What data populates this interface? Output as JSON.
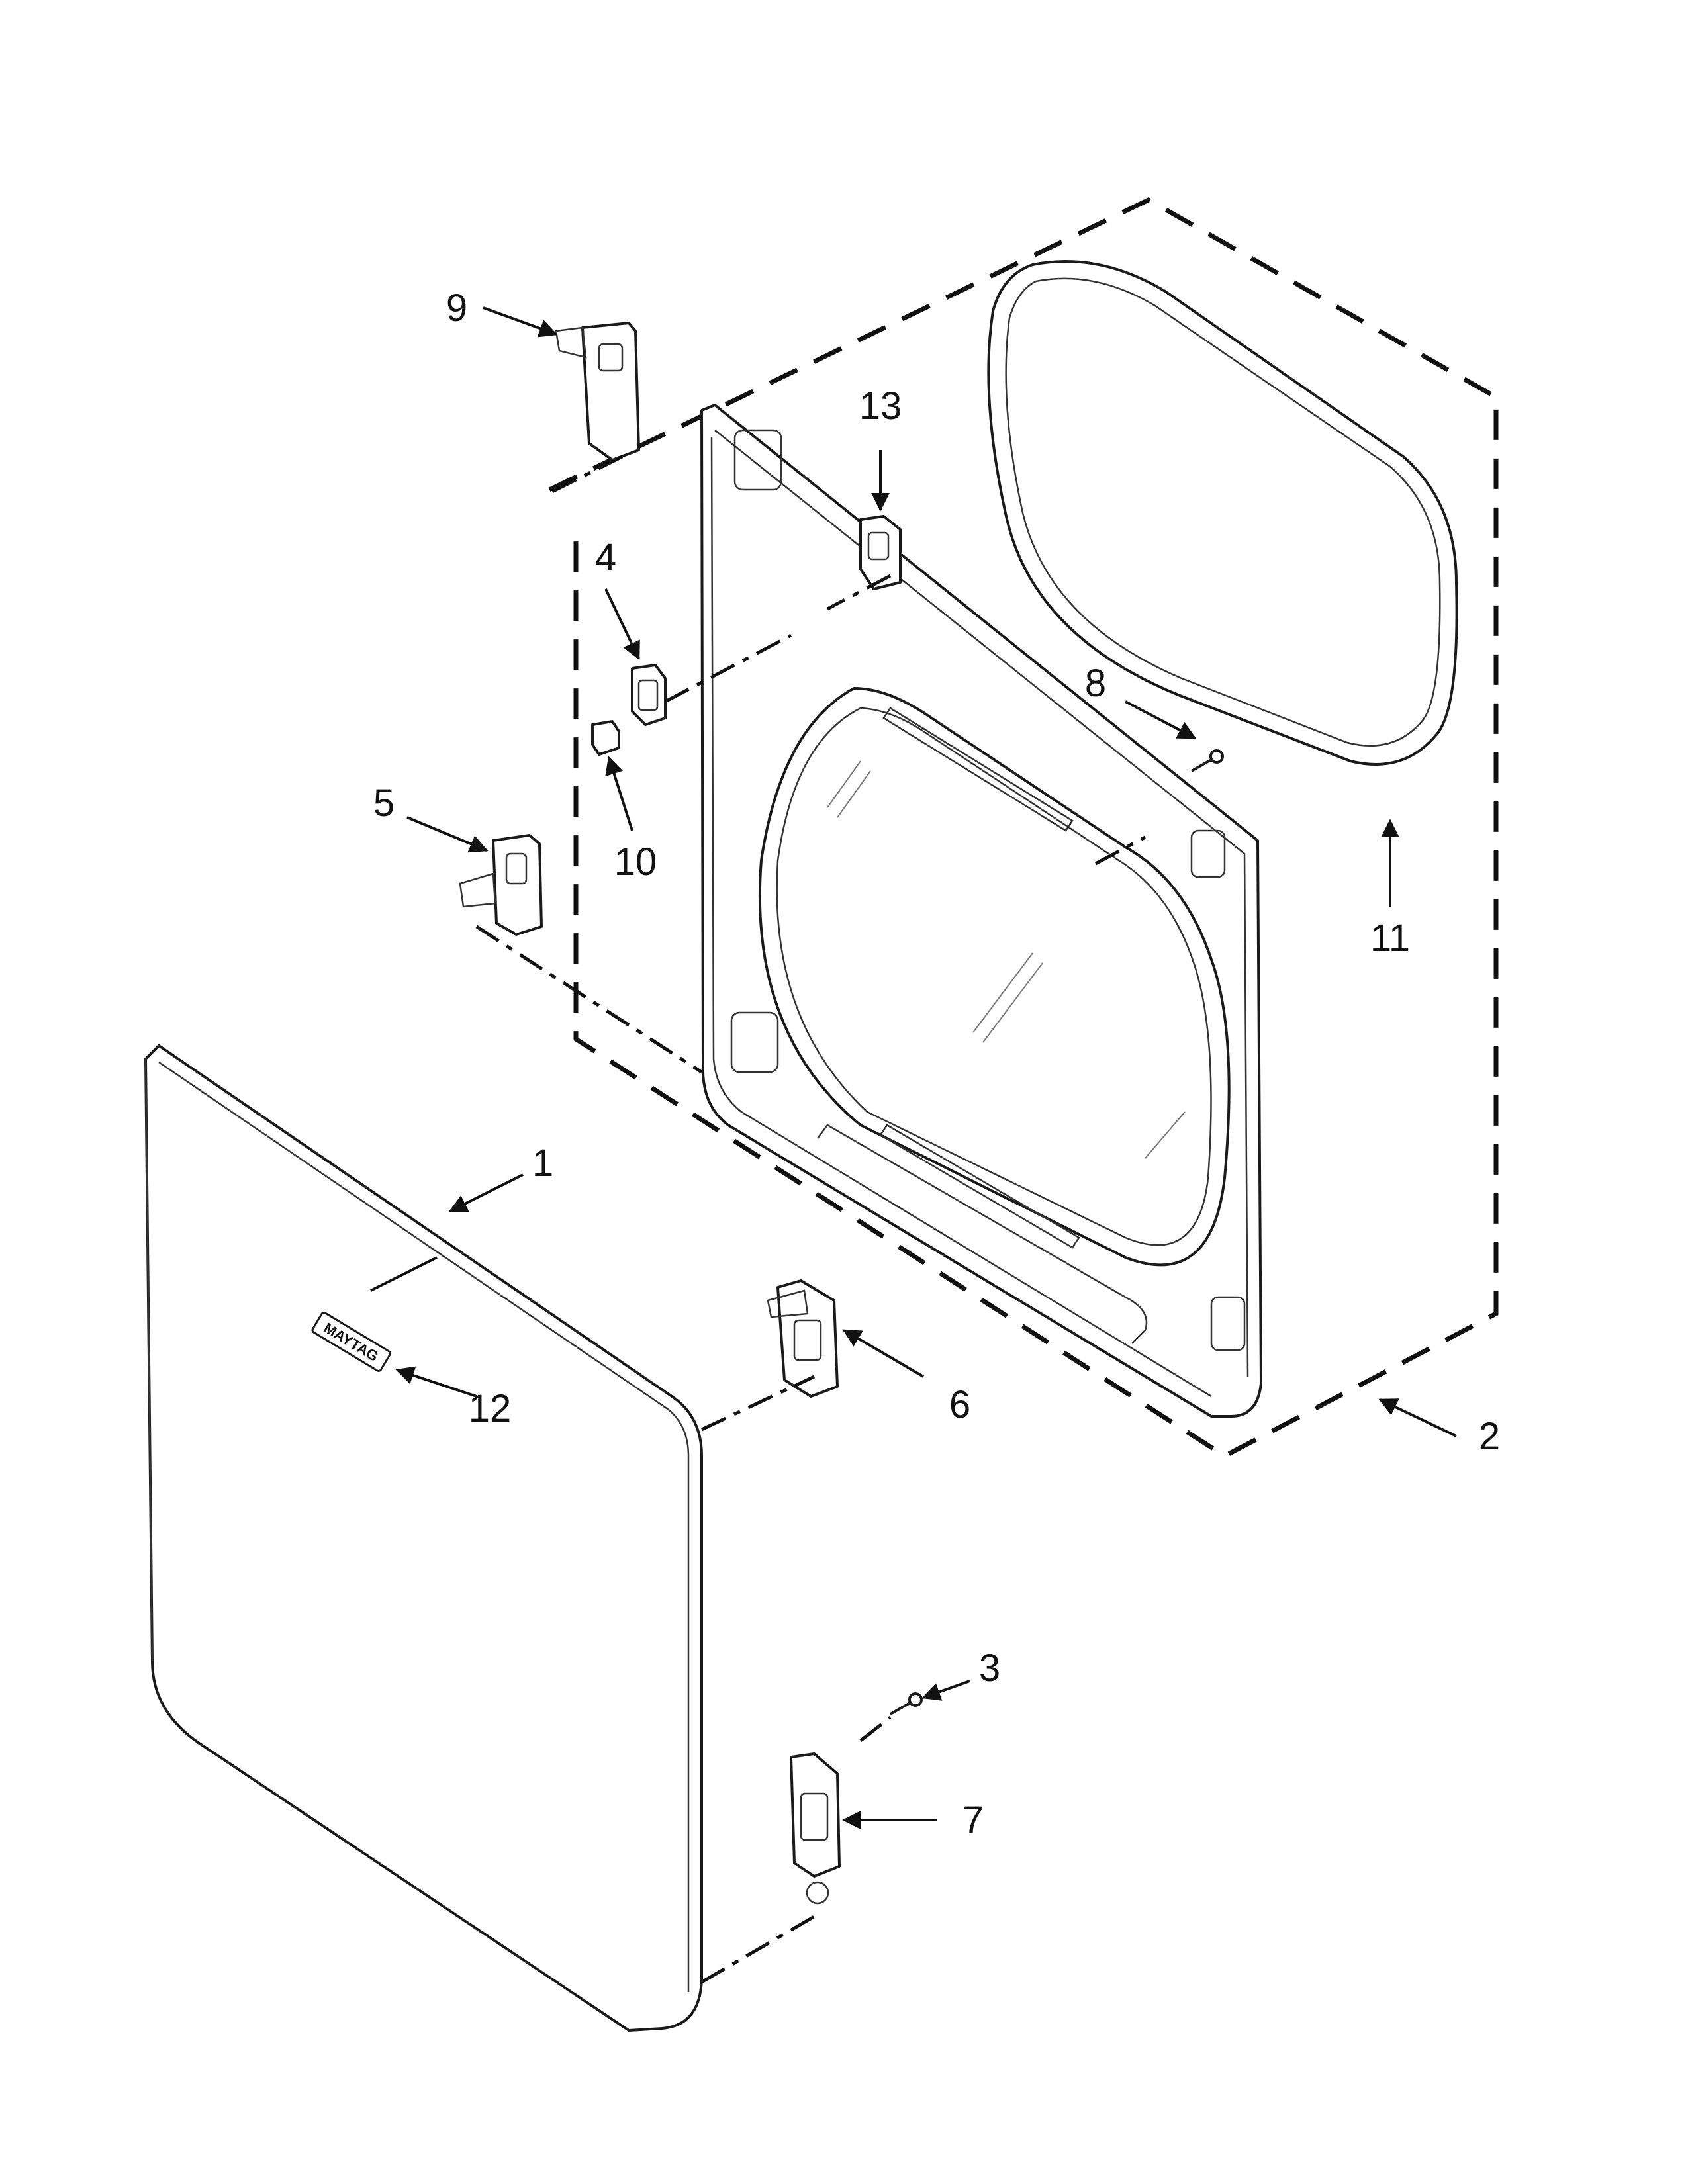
{
  "diagram": {
    "callouts": [
      {
        "id": "1",
        "label": "1"
      },
      {
        "id": "2",
        "label": "2"
      },
      {
        "id": "3",
        "label": "3"
      },
      {
        "id": "4",
        "label": "4"
      },
      {
        "id": "5",
        "label": "5"
      },
      {
        "id": "6",
        "label": "6"
      },
      {
        "id": "7",
        "label": "7"
      },
      {
        "id": "8",
        "label": "8"
      },
      {
        "id": "9",
        "label": "9"
      },
      {
        "id": "10",
        "label": "10"
      },
      {
        "id": "11",
        "label": "11"
      },
      {
        "id": "12",
        "label": "12"
      },
      {
        "id": "13",
        "label": "13"
      }
    ],
    "badge_text": "MAYTAG"
  }
}
